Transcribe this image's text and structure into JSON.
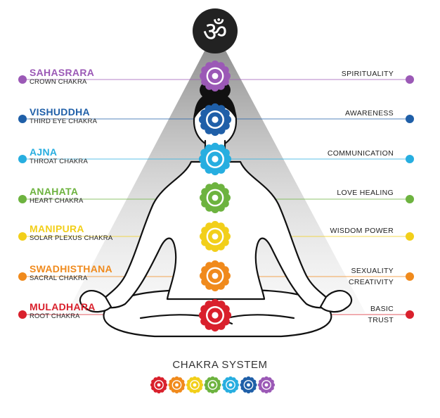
{
  "om_symbol": "ॐ",
  "caption": "CHAKRA SYSTEM",
  "chakras": [
    {
      "name": "SAHASRARA",
      "subtitle": "CROWN CHAKRA",
      "quality": [
        "SPIRITUALITY"
      ],
      "color": "#9b59b6"
    },
    {
      "name": "VISHUDDHA",
      "subtitle": "THIRD EYE CHAKRA",
      "quality": [
        "AWARENESS"
      ],
      "color": "#1f5fa8"
    },
    {
      "name": "AJNA",
      "subtitle": "THROAT CHAKRA",
      "quality": [
        "COMMUNICATION"
      ],
      "color": "#27aee0"
    },
    {
      "name": "ANAHATA",
      "subtitle": "HEART CHAKRA",
      "quality": [
        "LOVE HEALING"
      ],
      "color": "#6db33f"
    },
    {
      "name": "MANIPURA",
      "subtitle": "SOLAR PLEXUS CHAKRA",
      "quality": [
        "WISDOM POWER"
      ],
      "color": "#f2cf1a"
    },
    {
      "name": "SWADHISTHANA",
      "subtitle": "SACRAL CHAKRA",
      "quality": [
        "SEXUALITY",
        "CREATIVITY"
      ],
      "color": "#f08a1c"
    },
    {
      "name": "MULADHARA",
      "subtitle": "ROOT  CHAKRA",
      "quality": [
        "BASIC",
        "TRUST"
      ],
      "color": "#d9202c"
    }
  ]
}
